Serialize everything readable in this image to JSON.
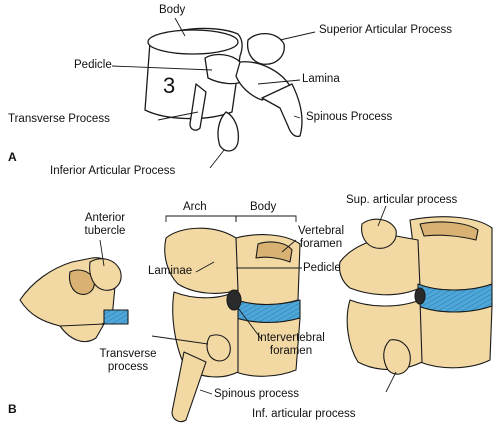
{
  "panel_a": {
    "letter": "A",
    "vertebra_number": "3",
    "labels": {
      "body": "Body",
      "superior_articular": "Superior Articular Process",
      "pedicle": "Pedicle",
      "lamina": "Lamina",
      "transverse": "Transverse Process",
      "spinous": "Spinous Process",
      "inferior_articular": "Inferior Articular Process"
    }
  },
  "panel_b": {
    "letter": "B",
    "labels": {
      "anterior_tubercle_1": "Anterior",
      "anterior_tubercle_2": "tubercle",
      "arch": "Arch",
      "body": "Body",
      "sup_articular": "Sup. articular process",
      "vertebral_foramen_1": "Vertebral",
      "vertebral_foramen_2": "foramen",
      "laminae": "Laminae",
      "pedicle": "Pedicle",
      "intervertebral_foramen_1": "Intervertebral",
      "intervertebral_foramen_2": "foramen",
      "transverse_1": "Transverse",
      "transverse_2": "process",
      "spinous": "Spinous process",
      "inf_articular": "Inf. articular process"
    }
  },
  "colors": {
    "bone": "#f2d9a4",
    "bone_shade": "#d9b273",
    "disc": "#4fa7d8",
    "outline": "#1a1a1a"
  }
}
